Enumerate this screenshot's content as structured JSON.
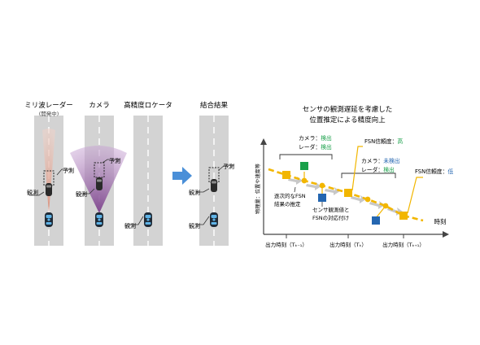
{
  "sensors": {
    "radar_title": "ミリ波レーダー",
    "radar_sub": "(開発中)",
    "camera_title": "カメラ",
    "locator_title": "高精度ロケータ",
    "fusion_title": "結合結果",
    "predict": "予測",
    "observe": "観測"
  },
  "chart": {
    "title_line1": "センサの観測遅延を考慮した",
    "title_line2": "位置推定による精度向上",
    "y_axis_label": "物理量：位置や速度等",
    "x_axis_label": "時刻",
    "tick_k_minus_1": "出力時刻（Tₖ₋₁）",
    "tick_k": "出力時刻（Tₖ）",
    "tick_k_plus_1": "出力時刻（Tₖ₊₁）",
    "camera_label": "カメラ：",
    "radar_label": "レーダ：",
    "detected": "検出",
    "not_detected": "未検出",
    "fsn_reliability": "FSN信頼度：",
    "high": "高",
    "low": "低",
    "seq_est_line1": "逐次的なFSN",
    "seq_est_line2": "結果の推定",
    "corr_line1": "センサ観測値と",
    "corr_line2": "FSNの対応付け"
  },
  "colors": {
    "road": "#d3d3d3",
    "lane": "#ffffff",
    "radar_fan": "#e8b7a9",
    "camera_fan": "#8d5a9a",
    "arrow_blue": "#4a8fd8",
    "fsn_yellow": "#f2b600",
    "camera_obs": "#1aa04a",
    "radar_obs": "#2466b0",
    "high_green": "#1aa04a",
    "low_blue": "#2466b0"
  }
}
